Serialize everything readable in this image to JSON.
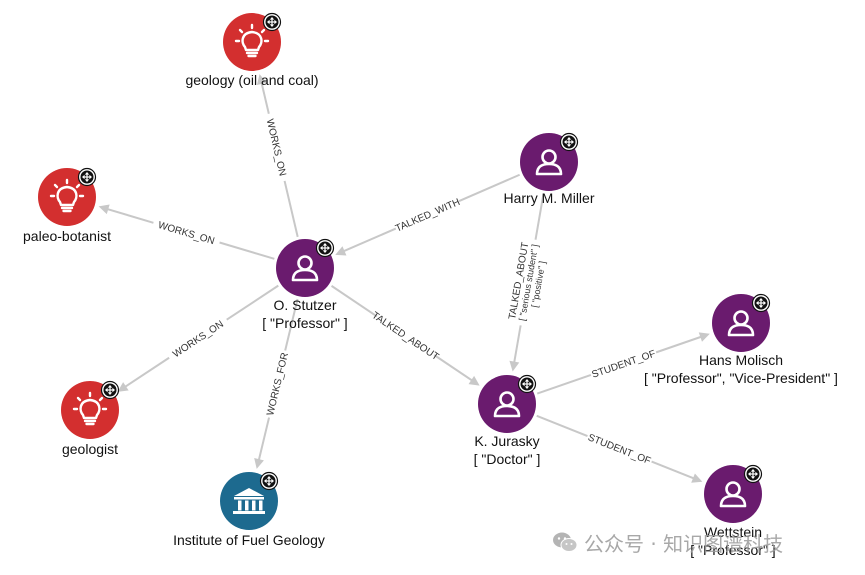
{
  "colors": {
    "concept": "#d32f2f",
    "person": "#6a1b6e",
    "organization": "#1d6a8f",
    "edge": "#c8c8c8"
  },
  "nodes": [
    {
      "id": "geology",
      "type": "concept",
      "icon": "lightbulb-icon",
      "label": "geology (oil and coal)",
      "sublabel": ""
    },
    {
      "id": "paleo",
      "type": "concept",
      "icon": "lightbulb-icon",
      "label": "paleo-botanist",
      "sublabel": ""
    },
    {
      "id": "geologist",
      "type": "concept",
      "icon": "lightbulb-icon",
      "label": "geologist",
      "sublabel": ""
    },
    {
      "id": "stutzer",
      "type": "person",
      "icon": "person-icon",
      "label": "O. Stutzer",
      "sublabel": "[ \"Professor\" ]"
    },
    {
      "id": "institute",
      "type": "organization",
      "icon": "institution-icon",
      "label": "Institute of Fuel Geology",
      "sublabel": ""
    },
    {
      "id": "miller",
      "type": "person",
      "icon": "person-icon",
      "label": "Harry M. Miller",
      "sublabel": ""
    },
    {
      "id": "jurasky",
      "type": "person",
      "icon": "person-icon",
      "label": "K. Jurasky",
      "sublabel": "[ \"Doctor\" ]"
    },
    {
      "id": "molisch",
      "type": "person",
      "icon": "person-icon",
      "label": "Hans Molisch",
      "sublabel": "[ \"Professor\", \"Vice-President\" ]"
    },
    {
      "id": "wettstein",
      "type": "person",
      "icon": "person-icon",
      "label": "Wettstein",
      "sublabel": "[ \"Professor\" ]"
    }
  ],
  "edges": [
    {
      "from": "stutzer",
      "to": "geology",
      "label": "WORKS_ON",
      "props": []
    },
    {
      "from": "stutzer",
      "to": "paleo",
      "label": "WORKS_ON",
      "props": []
    },
    {
      "from": "stutzer",
      "to": "geologist",
      "label": "WORKS_ON",
      "props": []
    },
    {
      "from": "stutzer",
      "to": "institute",
      "label": "WORKS_FOR",
      "props": []
    },
    {
      "from": "miller",
      "to": "stutzer",
      "label": "TALKED_WITH",
      "props": []
    },
    {
      "from": "stutzer",
      "to": "jurasky",
      "label": "TALKED_ABOUT",
      "props": []
    },
    {
      "from": "miller",
      "to": "jurasky",
      "label": "TALKED_ABOUT",
      "props": [
        "[ \"serious student\" ]",
        "[ \"positive\" ]"
      ]
    },
    {
      "from": "jurasky",
      "to": "molisch",
      "label": "STUDENT_OF",
      "props": []
    },
    {
      "from": "jurasky",
      "to": "wettstein",
      "label": "STUDENT_OF",
      "props": []
    }
  ],
  "watermark": {
    "text": "公众号 · 知识图谱科技",
    "icon": "wechat-icon"
  }
}
